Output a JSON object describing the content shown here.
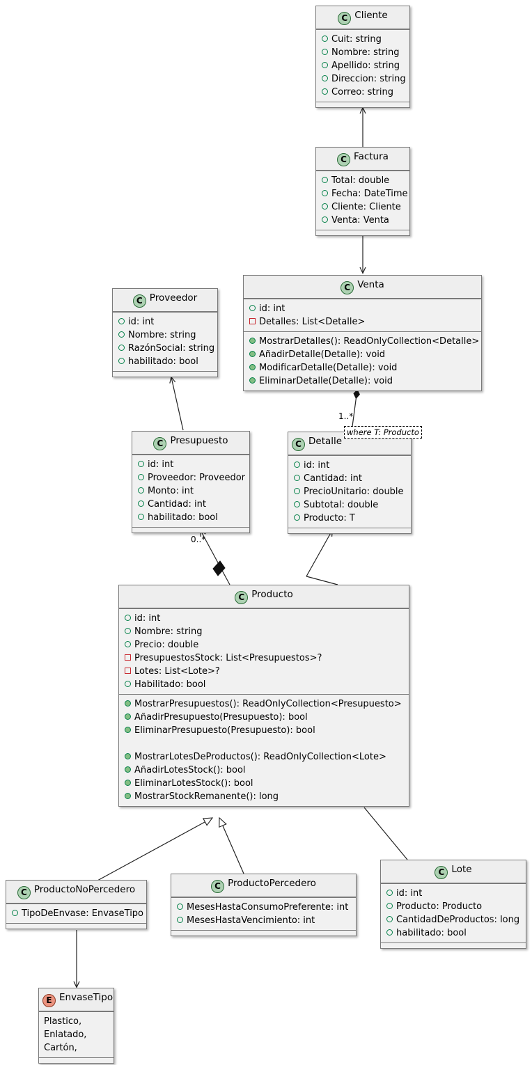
{
  "diagram": {
    "title": "UML Class Diagram",
    "type": "uml-class-diagram",
    "background": "#ffffff",
    "class_fill": "#f1f1f1",
    "class_border": "#7a7a7a",
    "class_icon_color": "#ADD1B2",
    "enum_icon_color": "#EB937F",
    "public_marker_color": "#038048",
    "private_marker_color": "#C82930"
  },
  "classes": {
    "cliente": {
      "icon": "class-icon",
      "icon_letter": "C",
      "name": "Cliente",
      "attributes": [
        {
          "marker": "public",
          "text": "Cuit: string"
        },
        {
          "marker": "public",
          "text": "Nombre: string"
        },
        {
          "marker": "public",
          "text": "Apellido: string"
        },
        {
          "marker": "public",
          "text": "Direccion: string"
        },
        {
          "marker": "public",
          "text": "Correo: string"
        }
      ],
      "methods": []
    },
    "factura": {
      "icon": "class-icon",
      "icon_letter": "C",
      "name": "Factura",
      "attributes": [
        {
          "marker": "public",
          "text": "Total: double"
        },
        {
          "marker": "public",
          "text": "Fecha: DateTime"
        },
        {
          "marker": "public",
          "text": "Cliente: Cliente"
        },
        {
          "marker": "public",
          "text": "Venta: Venta"
        }
      ],
      "methods": []
    },
    "venta": {
      "icon": "class-icon",
      "icon_letter": "C",
      "name": "Venta",
      "attributes": [
        {
          "marker": "public",
          "text": "id: int"
        },
        {
          "marker": "private",
          "text": "Detalles: List<Detalle>"
        }
      ],
      "methods": [
        {
          "marker": "public",
          "text": "MostrarDetalles(): ReadOnlyCollection<Detalle>"
        },
        {
          "marker": "public",
          "text": "AñadirDetalle(Detalle): void"
        },
        {
          "marker": "public",
          "text": "ModificarDetalle(Detalle): void"
        },
        {
          "marker": "public",
          "text": "EliminarDetalle(Detalle): void"
        }
      ]
    },
    "proveedor": {
      "icon": "class-icon",
      "icon_letter": "C",
      "name": "Proveedor",
      "attributes": [
        {
          "marker": "public",
          "text": "id: int"
        },
        {
          "marker": "public",
          "text": "Nombre: string"
        },
        {
          "marker": "public",
          "text": "RazónSocial: string"
        },
        {
          "marker": "public",
          "text": "habilitado: bool"
        }
      ],
      "methods": []
    },
    "presupuesto": {
      "icon": "class-icon",
      "icon_letter": "C",
      "name": "Presupuesto",
      "attributes": [
        {
          "marker": "public",
          "text": "id: int"
        },
        {
          "marker": "public",
          "text": "Proveedor: Proveedor"
        },
        {
          "marker": "public",
          "text": "Monto: int"
        },
        {
          "marker": "public",
          "text": "Cantidad: int"
        },
        {
          "marker": "public",
          "text": "habilitado: bool"
        }
      ],
      "methods": []
    },
    "detalle": {
      "icon": "class-icon",
      "icon_letter": "C",
      "name": "Detalle",
      "generic_note": "where T: Producto",
      "attributes": [
        {
          "marker": "public",
          "text": "id: int"
        },
        {
          "marker": "public",
          "text": "Cantidad: int"
        },
        {
          "marker": "public",
          "text": "PrecioUnitario: double"
        },
        {
          "marker": "public",
          "text": "Subtotal: double"
        },
        {
          "marker": "public",
          "text": "Producto: T"
        }
      ],
      "methods": []
    },
    "producto": {
      "icon": "class-icon",
      "icon_letter": "C",
      "name": "Producto",
      "attributes": [
        {
          "marker": "public",
          "text": "id: int"
        },
        {
          "marker": "public",
          "text": "Nombre: string"
        },
        {
          "marker": "public",
          "text": "Precio: double"
        },
        {
          "marker": "private",
          "text": "PresupuestosStock: List<Presupuestos>?"
        },
        {
          "marker": "private",
          "text": "Lotes: List<Lote>?"
        },
        {
          "marker": "public",
          "text": "Habilitado: bool"
        }
      ],
      "methods": [
        {
          "marker": "public",
          "text": "MostrarPresupuestos(): ReadOnlyCollection<Presupuesto>"
        },
        {
          "marker": "public",
          "text": "AñadirPresupuesto(Presupuesto): bool"
        },
        {
          "marker": "public",
          "text": "EliminarPresupuesto(Presupuesto): bool"
        },
        {
          "marker": "blank",
          "text": ""
        },
        {
          "marker": "public",
          "text": "MostrarLotesDeProductos(): ReadOnlyCollection<Lote>"
        },
        {
          "marker": "public",
          "text": "AñadirLotesStock(): bool"
        },
        {
          "marker": "public",
          "text": "EliminarLotesStock(): bool"
        },
        {
          "marker": "public",
          "text": "MostrarStockRemanente(): long"
        }
      ]
    },
    "producto_no_percedero": {
      "icon": "class-icon",
      "icon_letter": "C",
      "name": "ProductoNoPercedero",
      "attributes": [
        {
          "marker": "public",
          "text": "TipoDeEnvase: EnvaseTipo"
        }
      ],
      "methods": []
    },
    "producto_percedero": {
      "icon": "class-icon",
      "icon_letter": "C",
      "name": "ProductoPercedero",
      "attributes": [
        {
          "marker": "public",
          "text": "MesesHastaConsumoPreferente: int"
        },
        {
          "marker": "public",
          "text": "MesesHastaVencimiento: int"
        }
      ],
      "methods": []
    },
    "lote": {
      "icon": "class-icon",
      "icon_letter": "C",
      "name": "Lote",
      "attributes": [
        {
          "marker": "public",
          "text": "id: int"
        },
        {
          "marker": "public",
          "text": "Producto: Producto"
        },
        {
          "marker": "public",
          "text": "CantidadDeProductos: long"
        },
        {
          "marker": "public",
          "text": "habilitado: bool"
        }
      ],
      "methods": []
    },
    "envase_tipo": {
      "icon": "enum-icon",
      "icon_letter": "E",
      "name": "EnvaseTipo",
      "values": [
        "Plastico,",
        "Enlatado,",
        "Cartón,"
      ]
    }
  },
  "relationships": {
    "factura_to_cliente": {
      "from": "Factura",
      "to": "Cliente",
      "kind": "association-arrow",
      "label": ""
    },
    "factura_to_venta": {
      "from": "Factura",
      "to": "Venta",
      "kind": "association-arrow",
      "label": ""
    },
    "venta_to_detalle": {
      "from": "Venta",
      "to": "Detalle",
      "kind": "composition",
      "label": "1..*"
    },
    "presupuesto_to_proveedor": {
      "from": "Presupuesto",
      "to": "Proveedor",
      "kind": "association-arrow",
      "label": ""
    },
    "producto_to_presupuesto": {
      "from": "Producto",
      "to": "Presupuesto",
      "kind": "composition",
      "label": "0..*"
    },
    "producto_to_detalle": {
      "from": "Producto",
      "to": "Detalle",
      "kind": "association-arrow",
      "label": ""
    },
    "producto_no_percedero_to_producto": {
      "from": "ProductoNoPercedero",
      "to": "Producto",
      "kind": "inheritance",
      "label": ""
    },
    "producto_percedero_to_producto": {
      "from": "ProductoPercedero",
      "to": "Producto",
      "kind": "inheritance",
      "label": ""
    },
    "lote_to_producto": {
      "from": "Lote",
      "to": "Producto",
      "kind": "association",
      "label": ""
    },
    "producto_no_percedero_to_envase_tipo": {
      "from": "ProductoNoPercedero",
      "to": "EnvaseTipo",
      "kind": "association-arrow",
      "label": ""
    }
  },
  "edge_labels": {
    "venta_detalle": "1..*",
    "producto_presupuesto": "0..*"
  }
}
